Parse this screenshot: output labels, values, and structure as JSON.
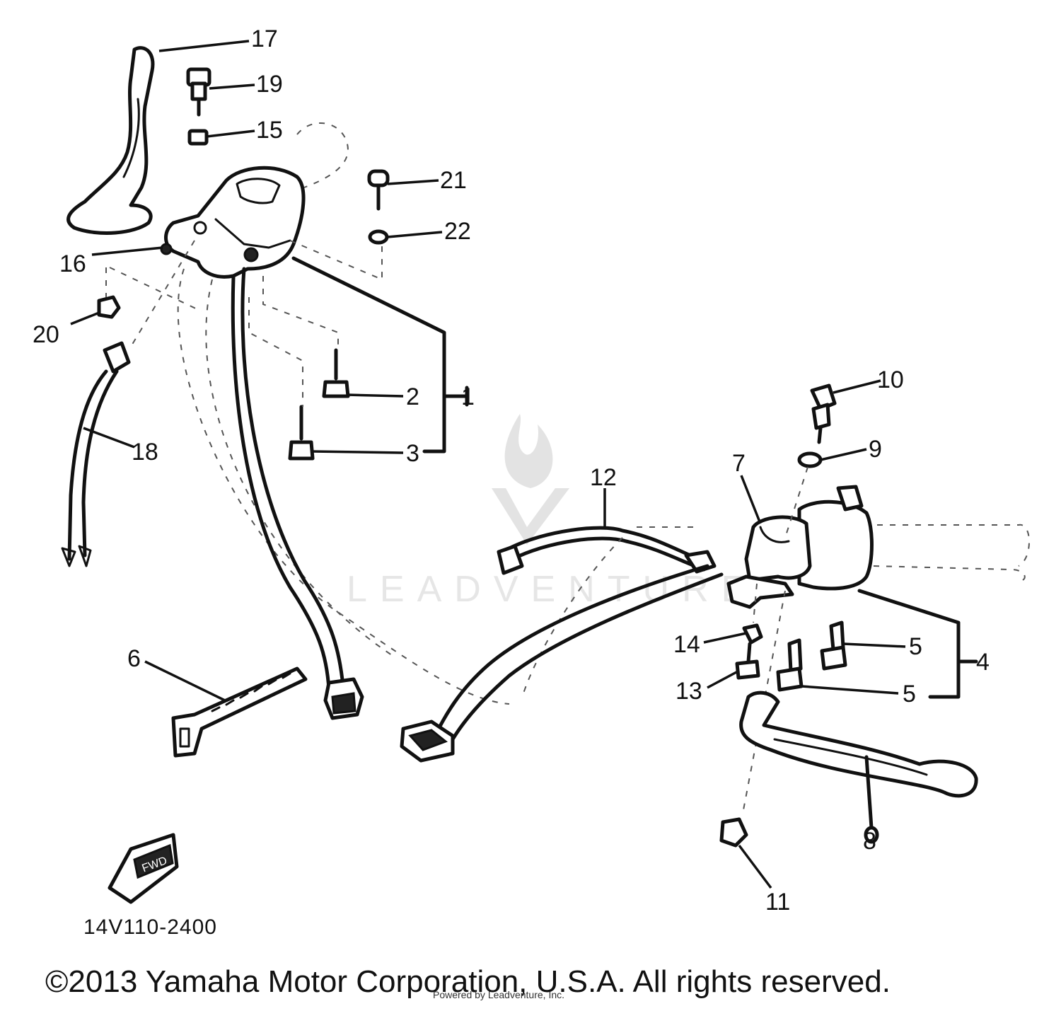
{
  "diagram": {
    "callouts": [
      {
        "id": "c17",
        "label": "17"
      },
      {
        "id": "c19",
        "label": "19"
      },
      {
        "id": "c15",
        "label": "15"
      },
      {
        "id": "c21",
        "label": "21"
      },
      {
        "id": "c22",
        "label": "22"
      },
      {
        "id": "c16",
        "label": "16"
      },
      {
        "id": "c20",
        "label": "20"
      },
      {
        "id": "c2",
        "label": "2"
      },
      {
        "id": "c1",
        "label": "1"
      },
      {
        "id": "c3",
        "label": "3"
      },
      {
        "id": "c18",
        "label": "18"
      },
      {
        "id": "c10",
        "label": "10"
      },
      {
        "id": "c9",
        "label": "9"
      },
      {
        "id": "c7",
        "label": "7"
      },
      {
        "id": "c12",
        "label": "12"
      },
      {
        "id": "c14",
        "label": "14"
      },
      {
        "id": "c5a",
        "label": "5"
      },
      {
        "id": "c4",
        "label": "4"
      },
      {
        "id": "c13",
        "label": "13"
      },
      {
        "id": "c5b",
        "label": "5"
      },
      {
        "id": "c6",
        "label": "6"
      },
      {
        "id": "c8",
        "label": "8"
      },
      {
        "id": "c11",
        "label": "11"
      }
    ],
    "fwd_label": "FWD",
    "diagram_code": "14V110-2400"
  },
  "watermark": {
    "text": "LEADVENTURE"
  },
  "footer": {
    "copyright": "©2013 Yamaha Motor Corporation, U.S.A. All rights reserved.",
    "small_credit": "Powered by Leadventure, Inc."
  }
}
